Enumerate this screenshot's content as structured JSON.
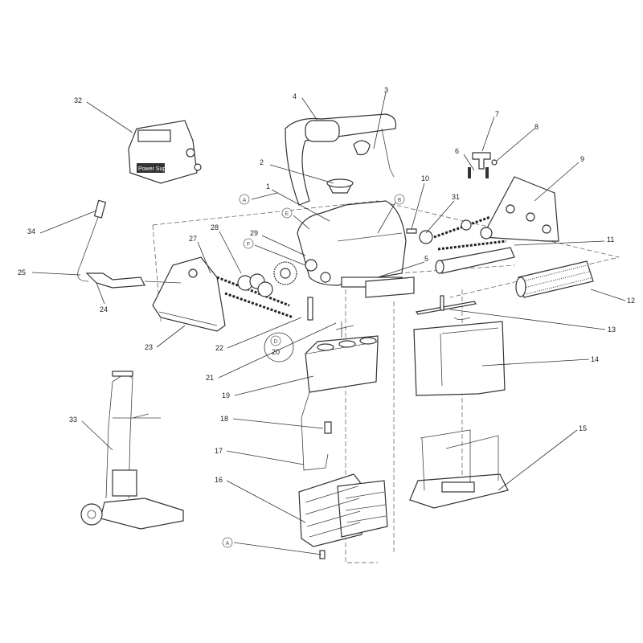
{
  "diagram": {
    "power_supply_label": "Power Supply",
    "part_numbers": [
      "1",
      "2",
      "3",
      "4",
      "5",
      "6",
      "7",
      "8",
      "9",
      "10",
      "11",
      "12",
      "13",
      "14",
      "15",
      "16",
      "17",
      "18",
      "19",
      "20",
      "21",
      "22",
      "23",
      "24",
      "25",
      "27",
      "28",
      "29",
      "31",
      "32",
      "33",
      "34"
    ],
    "reference_letters": [
      "A",
      "B",
      "D",
      "E",
      "F",
      "A"
    ]
  }
}
